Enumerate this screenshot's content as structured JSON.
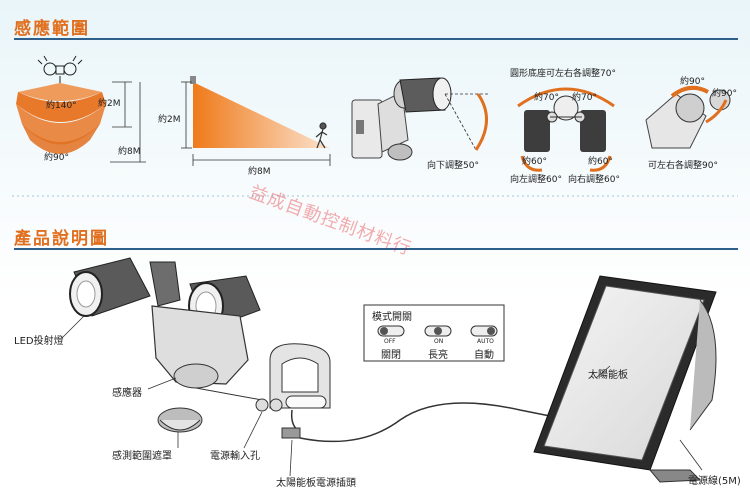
{
  "sections": {
    "detection_range_title": "感應範圍",
    "product_description_title": "產品說明圖"
  },
  "range_diagram": {
    "angle_140": "約140°",
    "angle_90": "約90°",
    "height_2m": "約2M",
    "distance_8m": "約8M"
  },
  "side_diagram": {
    "height_2m": "約2M",
    "distance_8m": "約8M"
  },
  "tilt_diagram": {
    "down_adjust": "向下調整50°"
  },
  "base_diagram": {
    "base_note": "圓形底座可左右各調整70°",
    "angle_70_left": "約70°",
    "angle_70_right": "約70°",
    "angle_60_left": "約60°",
    "angle_60_right": "約60°",
    "left_adjust": "向左調整60°",
    "right_adjust": "向右調整60°"
  },
  "rotate_diagram": {
    "angle_90_a": "約90°",
    "angle_90_b": "約90°",
    "rotate_adjust": "可左右各調整90°"
  },
  "watermark": "益成自動控制材料行",
  "parts": {
    "led_light": "LED投射燈",
    "sensor": "感應器",
    "sensor_cover": "感測範圍遮罩",
    "power_input": "電源輸入孔",
    "solar_plug": "太陽能板電源插頭",
    "solar_panel": "太陽能板",
    "power_cable": "電源線(5M)"
  },
  "mode_switch": {
    "title": "模式開關",
    "modes": [
      {
        "small": "OFF",
        "label": "關閉"
      },
      {
        "small": "ON",
        "label": "長亮"
      },
      {
        "small": "AUTO",
        "label": "自動"
      }
    ]
  },
  "colors": {
    "accent": "#e06f1e",
    "rule": "#2e5f8a"
  }
}
